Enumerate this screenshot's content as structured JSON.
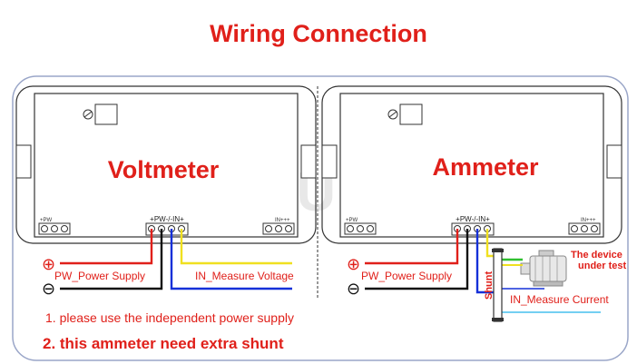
{
  "title": "Wiring Connection",
  "voltmeter": {
    "label": "Voltmeter",
    "terminal_label": "+PW-/-IN+",
    "left_conn_label": "+PW",
    "right_conn_label": "IN+++",
    "plus_symbol": "⊕",
    "minus_symbol": "⊖",
    "power_label": "PW_Power Supply",
    "measure_label": "IN_Measure Voltage"
  },
  "ammeter": {
    "label": "Ammeter",
    "terminal_label": "+PW-/-IN+",
    "left_conn_label": "+PW",
    "right_conn_label": "IN+++",
    "plus_symbol": "⊕",
    "minus_symbol": "⊖",
    "power_label": "PW_Power Supply",
    "measure_label": "IN_Measure Current",
    "shunt_label": "Shunt",
    "device_label_line1": "The device",
    "device_label_line2": "under test"
  },
  "watermark": "NUUCO",
  "notes": {
    "note1": "1. please use the independent power supply",
    "note2": "2. this ammeter need extra shunt"
  },
  "colors": {
    "title": "#e0201a",
    "wire_red": "#e0201a",
    "wire_black": "#111111",
    "wire_blue": "#1530d8",
    "wire_yellow": "#f0e020",
    "wire_green": "#30c030",
    "panel_border": "#333333"
  }
}
